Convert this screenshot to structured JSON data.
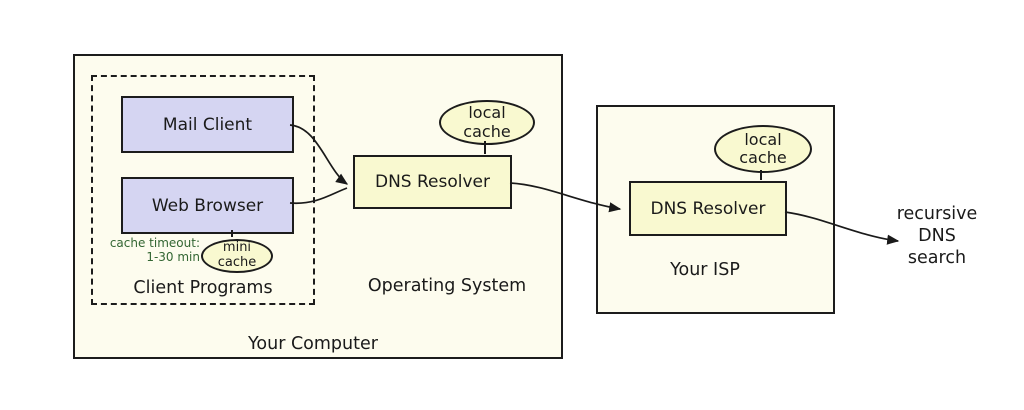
{
  "your_computer": {
    "label": "Your Computer",
    "client_programs": {
      "label": "Client Programs",
      "mail_client_label": "Mail Client",
      "web_browser_label": "Web Browser",
      "cache_timeout_line1": "cache timeout:",
      "cache_timeout_line2": "1-30 min",
      "mini_cache_label": "mini cache"
    },
    "operating_system": {
      "label": "Operating System",
      "dns_resolver_label": "DNS Resolver",
      "local_cache_label": "local cache"
    }
  },
  "your_isp": {
    "label": "Your ISP",
    "dns_resolver_label": "DNS Resolver",
    "local_cache_label": "local cache"
  },
  "recursive_search_label": "recursive DNS search",
  "connections": [
    {
      "from": "mail-client",
      "to": "dns-resolver-os",
      "style": "arrow"
    },
    {
      "from": "web-browser",
      "to": "dns-resolver-os",
      "style": "arrow"
    },
    {
      "from": "dns-resolver-os",
      "to": "dns-resolver-isp",
      "style": "arrow"
    },
    {
      "from": "dns-resolver-isp",
      "to": "recursive-dns-search",
      "style": "arrow"
    },
    {
      "from": "local-cache-os",
      "to": "dns-resolver-os",
      "style": "line"
    },
    {
      "from": "local-cache-isp",
      "to": "dns-resolver-isp",
      "style": "line"
    },
    {
      "from": "web-browser",
      "to": "mini-cache",
      "style": "line"
    }
  ],
  "colors": {
    "container_fill": "#fdfcee",
    "program_fill": "#d5d5f2",
    "resolver_fill": "#f9f9d0",
    "cache_note_green": "#336633",
    "line": "#1a1a1a",
    "background": "#ffffff"
  }
}
